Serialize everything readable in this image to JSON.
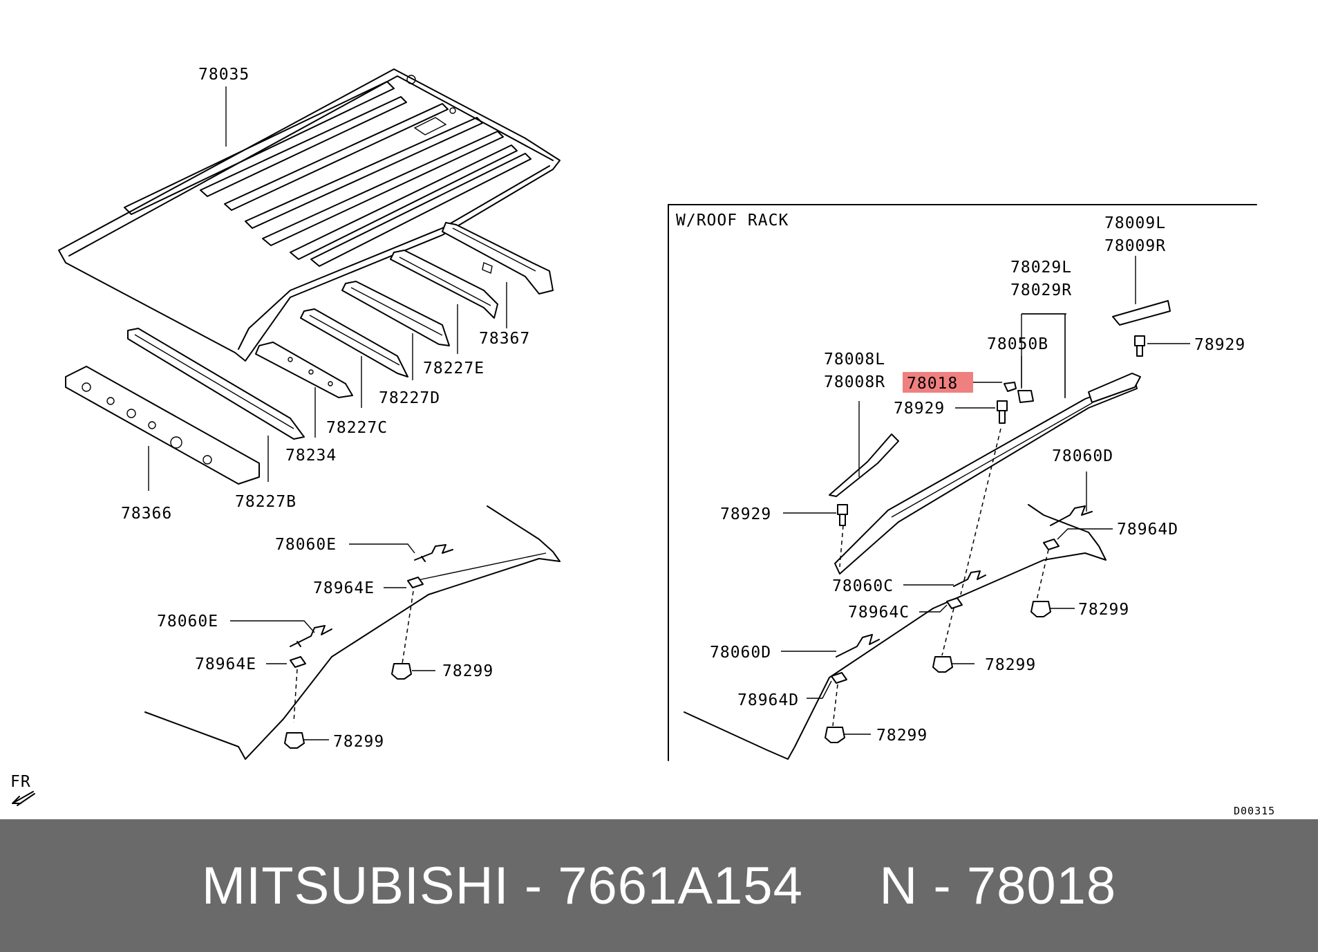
{
  "labels": {
    "l78035": "78035",
    "l78367": "78367",
    "l78227E": "78227E",
    "l78227D": "78227D",
    "l78227C": "78227C",
    "l78234": "78234",
    "l78227B": "78227B",
    "l78366": "78366",
    "l78060E_a": "78060E",
    "l78964E_a": "78964E",
    "l78060E_b": "78060E",
    "l78964E_b": "78964E",
    "l78299_a": "78299",
    "l78299_b": "78299",
    "fr": "FR",
    "roof_rack_title": "W/ROOF  RACK",
    "l78009L": "78009L",
    "l78009R": "78009R",
    "l78029L": "78029L",
    "l78029R": "78029R",
    "l78050B": "78050B",
    "l78929_a": "78929",
    "l78008L": "78008L",
    "l78008R": "78008R",
    "l78018": "78018",
    "l78929_b": "78929",
    "l78060D_a": "78060D",
    "l78929_c": "78929",
    "l78964D": "78964D",
    "l78060C": "78060C",
    "l78299_c": "78299",
    "l78964C": "78964C",
    "l78060D_b": "78060D",
    "l78299_d": "78299",
    "l78964D_b": "78964D",
    "l78299_e": "78299",
    "diagram_code": "D00315"
  },
  "highlight": {
    "part": "78018",
    "color": "#f08080"
  },
  "footer": {
    "text": "MITSUBISHI - 7661A154     N - 78018",
    "background": "#6a6a6a"
  }
}
